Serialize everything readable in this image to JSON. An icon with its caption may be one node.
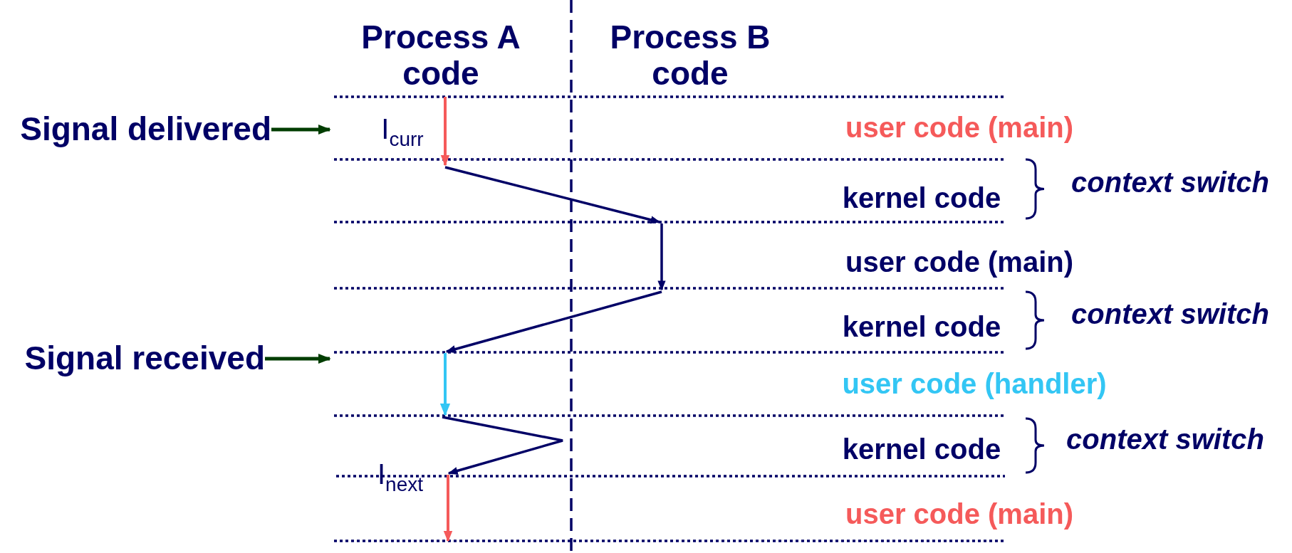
{
  "diagram": {
    "nodes": [
      {
        "text": [
          "Signal delivered"
        ]
      },
      {
        "text": [
          "Signal received"
        ]
      }
    ],
    "edges": [
      {
        "from": 0,
        "to": null,
        "arrow": "to"
      },
      {
        "from": 1,
        "to": null,
        "arrow": "to"
      }
    ],
    "labels": [
      "Process A code",
      "Process B code",
      "I$_{curr}$",
      "user code (main)",
      "kernel code",
      "context switch",
      "user code (main)",
      "kernel code",
      "context switch",
      "user code (handler)",
      "kernel code",
      "context switch",
      "I$_{next}$",
      "user code (main)"
    ]
  }
}
